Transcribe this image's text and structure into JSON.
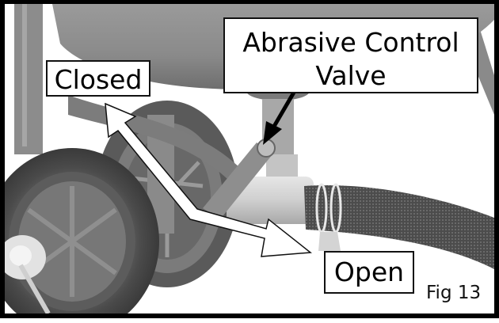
{
  "figure": {
    "caption": "Fig 13",
    "labels": {
      "valve_line1": "Abrasive Control",
      "valve_line2": "Valve",
      "closed": "Closed",
      "open": "Open"
    },
    "colors": {
      "frame": "#000000",
      "label_bg": "#ffffff",
      "label_border": "#111111",
      "arrow_fill": "#ffffff",
      "pointer_arrow": "#000000"
    }
  }
}
